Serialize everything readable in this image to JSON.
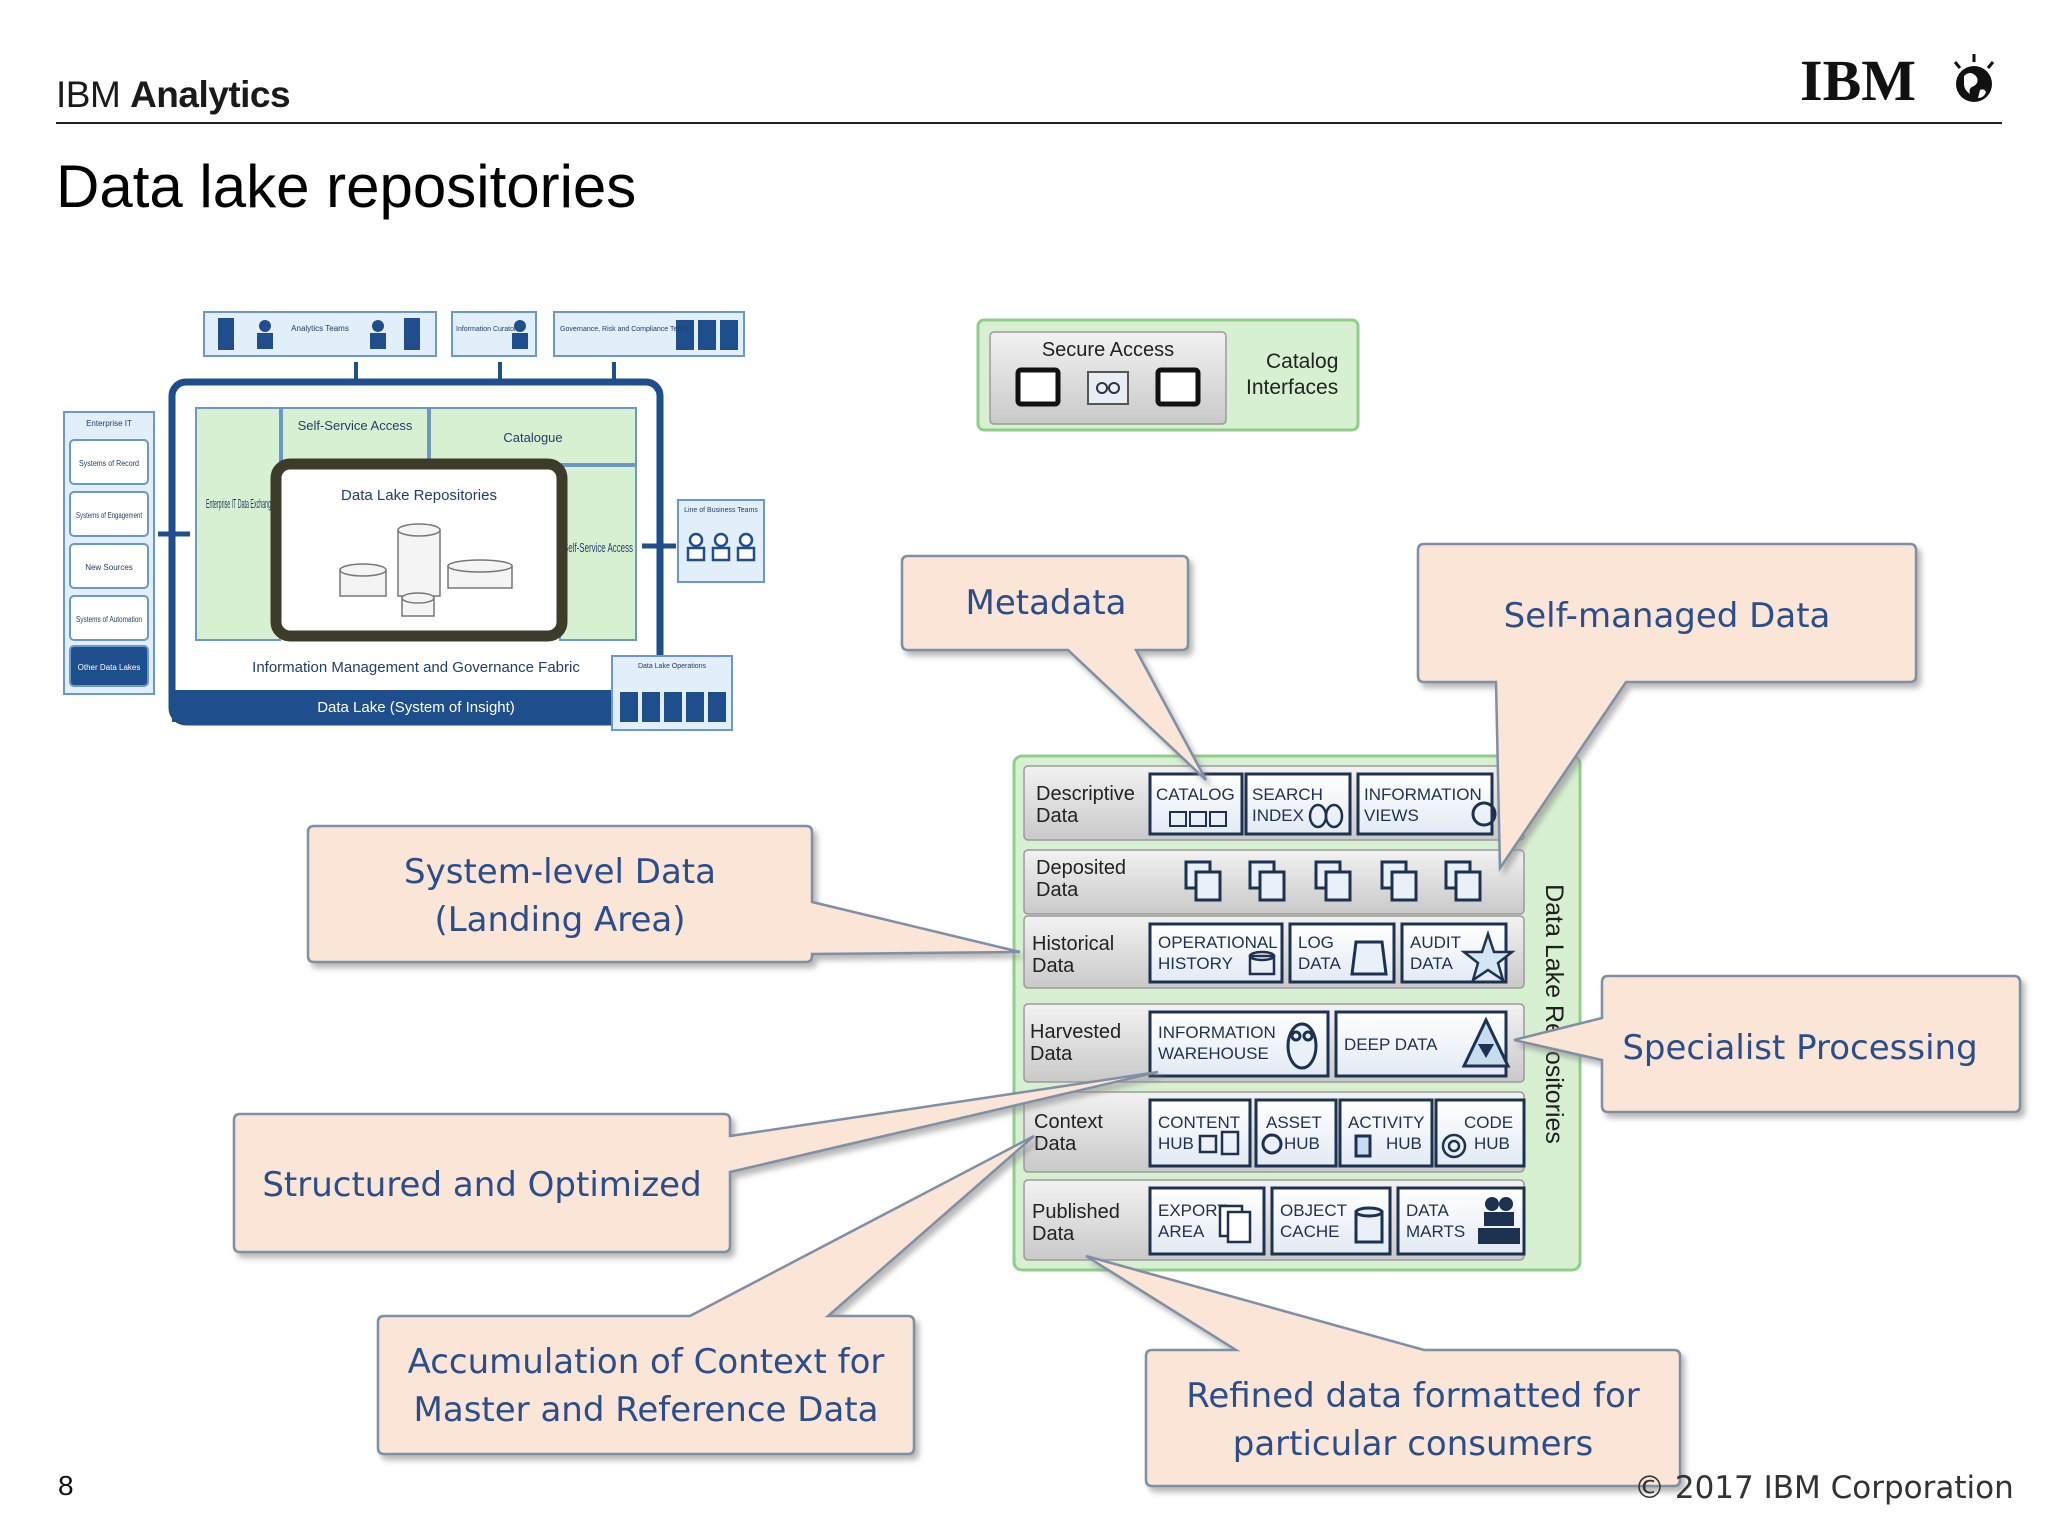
{
  "header": {
    "brand_light": "IBM",
    "brand_bold": "Analytics",
    "logo_text": "IBM"
  },
  "title": "Data lake repositories",
  "page_number": "8",
  "copyright": "© 2017 IBM Corporation",
  "overview": {
    "top_boxes": [
      {
        "label": "Analytics Teams"
      },
      {
        "label": "Information Curator"
      },
      {
        "label": "Governance, Risk and Compliance Team"
      }
    ],
    "left_title": "Enterprise IT",
    "left_items": [
      "Systems of Record",
      "Systems of Engagement",
      "New Sources",
      "Systems of Automation",
      "Other Data Lakes"
    ],
    "self_service_access": "Self-Service Access",
    "catalogue": "Catalogue",
    "enterprise_exchange": "Enterprise IT Data Exchange",
    "repositories": "Data Lake Repositories",
    "self_service_access_right": "Self-Service Access",
    "fabric": "Information Management and Governance Fabric",
    "system_of_insight": "Data Lake (System of Insight)",
    "lob_teams": "Line of Business Teams",
    "operations": "Data Lake Operations"
  },
  "catalog_interfaces": {
    "secure_access": "Secure Access",
    "label": "Catalog Interfaces"
  },
  "stack": {
    "vertical_label": "Data Lake Repositories",
    "rows": [
      {
        "name": "Descriptive Data",
        "cells": [
          "CATALOG",
          "SEARCH INDEX",
          "INFORMATION VIEWS"
        ]
      },
      {
        "name": "Deposited Data",
        "cells": []
      },
      {
        "name": "Historical Data",
        "cells": [
          "OPERATIONAL HISTORY",
          "LOG DATA",
          "AUDIT DATA"
        ]
      },
      {
        "name": "Harvested Data",
        "cells": [
          "INFORMATION WAREHOUSE",
          "DEEP DATA"
        ]
      },
      {
        "name": "Context Data",
        "cells": [
          "CONTENT HUB",
          "ASSET HUB",
          "ACTIVITY HUB",
          "CODE HUB"
        ]
      },
      {
        "name": "Published Data",
        "cells": [
          "EXPORT AREA",
          "OBJECT CACHE",
          "DATA MARTS"
        ]
      }
    ]
  },
  "callouts": {
    "metadata": "Metadata",
    "self_managed": "Self-managed Data",
    "system_level_1": "System-level Data",
    "system_level_2": "(Landing Area)",
    "specialist": "Specialist Processing",
    "structured": "Structured and Optimized",
    "accumulation_1": "Accumulation of Context for",
    "accumulation_2": "Master and Reference Data",
    "refined_1": "Refined data formatted for",
    "refined_2": "particular consumers"
  },
  "colors": {
    "callout_fill": "#fbe5d6",
    "callout_stroke": "#7f8fa6",
    "callout_text": "#2a4d8c",
    "green": "#d8f0d2",
    "navy": "#1f4e8c"
  }
}
